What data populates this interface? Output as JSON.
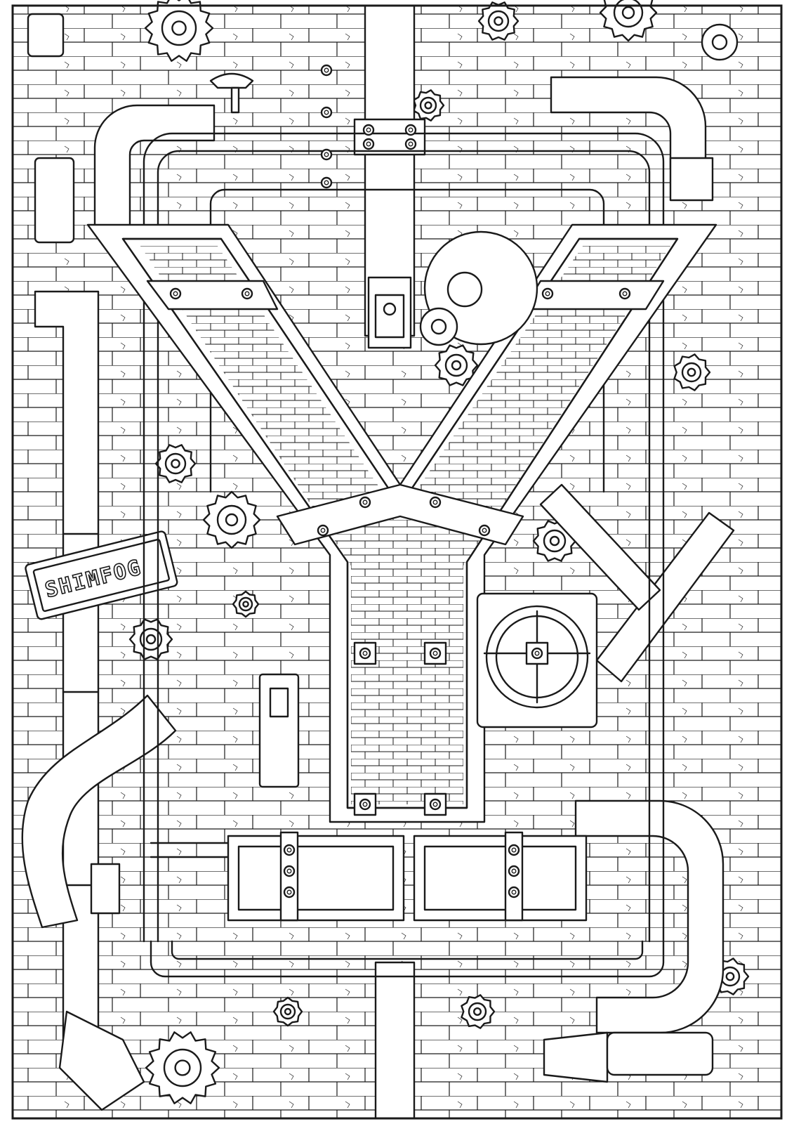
{
  "artwork": {
    "subject": "letter Y",
    "style": "steampunk line-art coloring page",
    "line_color": "#1a1a1a",
    "paper_color": "#ffffff"
  },
  "sign": {
    "text": "SHIMFOG"
  },
  "icons": [
    "gear-icon",
    "pipe-icon",
    "rivet-icon",
    "fan-icon",
    "gauge-icon",
    "valve-icon",
    "brick-wall-icon"
  ]
}
